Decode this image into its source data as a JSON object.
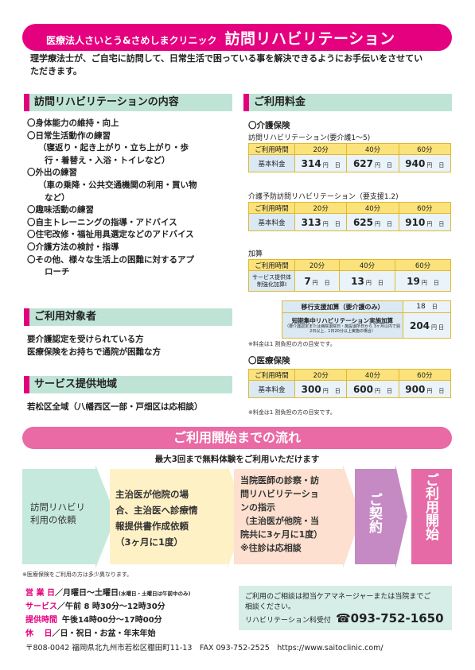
{
  "header": {
    "org": "医療法人さいとう&さめしまクリニック",
    "title": "訪問リハビリテーション",
    "intro_line1": "理学療法士が、ご自宅に訪問して、日常生活で困っている事を解決できるようにお手伝いをさせてい",
    "intro_line2": "ただきます。"
  },
  "content": {
    "heading": "訪問リハビリテーションの内容",
    "items": [
      "〇身体能力の維持・向上",
      "〇日常生活動作の練習",
      "（寝返り・起き上がり・立ち上がり・歩",
      "行・着替え・入浴・トイレなど）",
      "〇外出の練習",
      "（車の乗降・公共交通機関の利用・買い物",
      "など）",
      "〇趣味活動の練習",
      "〇自主トレーニングの指導・アドバイス",
      "〇住宅改修・福祉用具選定などのアドバイス",
      "〇介護方法の検討・指導",
      "〇その他、様々な生活上の困難に対するアプ",
      "ローチ"
    ]
  },
  "target": {
    "heading": "ご利用対象者",
    "line1": "要介護認定を受けられている方",
    "line2": "医療保険をお持ちで通院が困難な方"
  },
  "area": {
    "heading": "サービス提供地域",
    "text": "若松区全域（八幡西区一部・戸畑区は応相談）"
  },
  "fees": {
    "heading": "ご利用料金",
    "kaigo_heading": "〇介護保険",
    "kaigo_caption": "訪問リハビリテーション(要介護1～5)",
    "yobo_caption": "介護予防訪問リハビリテーション（要支援1.2)",
    "kasan_caption": "加算",
    "col_label": "ご利用時間",
    "row_label": "基本料金",
    "durations": [
      "20分",
      "40分",
      "60分"
    ],
    "yen": "円",
    "day": "日",
    "kaigo_prices": [
      "314",
      "627",
      "940"
    ],
    "yobo_prices": [
      "313",
      "625",
      "910"
    ],
    "kasan_row_label": "サービス提供体制強化加算Ⅰ",
    "kasan_prices": [
      "7",
      "13",
      "19"
    ],
    "ikou_label": "移行支援加算（要介護のみ）",
    "ikou_value": "18",
    "tanki_label": "短期集中リハビリテーション実施加算",
    "tanki_sub": "（要介護認定または病院退院日・施設退所日から 3ヶ月以内で週2日以上、1日20分以上実施の場合）",
    "tanki_value": "204",
    "note1": "※料金は1 割負担の方の目安です。",
    "iryo_heading": "〇医療保険",
    "iryo_prices": [
      "300",
      "600",
      "900"
    ],
    "note2": "※料金は1 割負担の方の目安です。"
  },
  "flow": {
    "title": "ご利用開始までの流れ",
    "subtitle": "最大3回まで無料体験をご利用いただけます",
    "step1": [
      "訪問リハビリ",
      "利用の依頼"
    ],
    "step2": [
      "主治医が他院の場",
      "合、主治医へ診療情",
      "報提供書作成依頼",
      "（3ヶ月に1度）"
    ],
    "step3": [
      "当院医師の診察・訪",
      "問リハビリテーショ",
      "ンの指示",
      "（主治医が他院・当",
      "院共に3ヶ月に1度）",
      "※往診は応相談"
    ],
    "step4": "ご契約",
    "step5": "ご利用開始",
    "footnote": "※医療保険をご利用の方は多少異なります。"
  },
  "hours": {
    "business_key": "営 業 日",
    "business_val": "／月曜日～土曜日",
    "business_note": "(水曜日・土曜日は午前中のみ)",
    "service_key": "サービス",
    "service_val": "／午前 8 時30分～12時30分",
    "service_key2": "提供時間",
    "service_val2": "午後14時00分～17時00分",
    "holiday_key": "休　 日",
    "holiday_val": "／日・祝日・お盆・年末年始",
    "address": "〒808-0042 福岡県北九州市若松区棚田町11-13　FAX 093-752-2525　https://www.saitoclinic.com/"
  },
  "contact": {
    "line1": "ご利用のご相談は担当ケアマネージャーまたは当院までご",
    "line2": "相談ください。",
    "reception": "リハビリテーション科受付",
    "phone": "☎093-752-1650"
  },
  "colors": {
    "magenta": "#e5007f",
    "pink": "#ea6aa5",
    "mint": "#bfe4d6",
    "yellow": "#fbe27a"
  }
}
